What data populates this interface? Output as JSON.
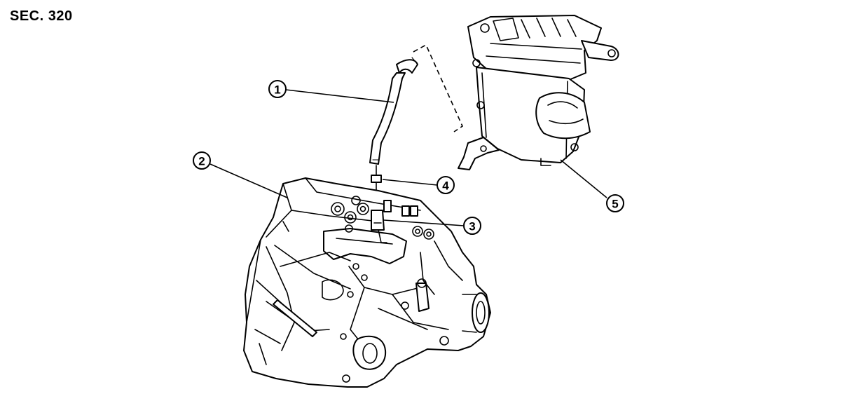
{
  "section_label": "SEC. 320",
  "callouts": [
    {
      "id": "1",
      "label": "1"
    },
    {
      "id": "2",
      "label": "2"
    },
    {
      "id": "3",
      "label": "3"
    },
    {
      "id": "4",
      "label": "4"
    },
    {
      "id": "5",
      "label": "5"
    }
  ]
}
